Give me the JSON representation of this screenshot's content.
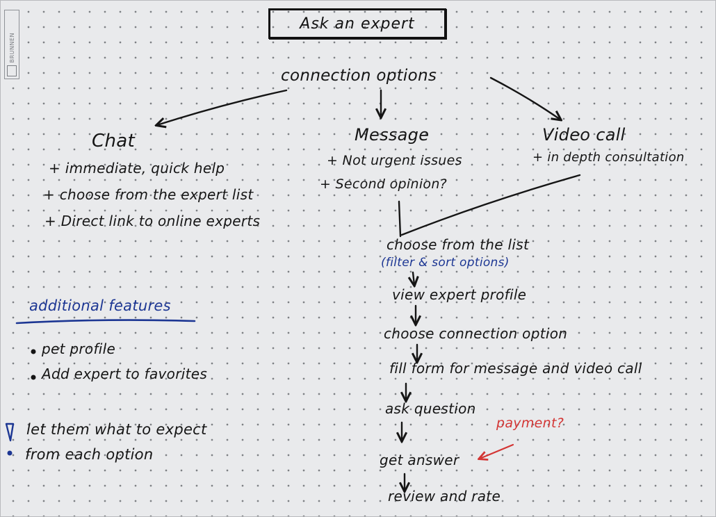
{
  "title": "Ask an expert",
  "logo": {
    "text": "BRUNNEN"
  },
  "root": "connection options",
  "branches": {
    "chat": {
      "label": "Chat",
      "items": [
        "+ immediate, quick help",
        "+ choose from the expert list",
        "+ Direct link to online experts"
      ]
    },
    "message": {
      "label": "Message",
      "items": [
        "+ Not urgent issues",
        "+ Second opinion?"
      ]
    },
    "video": {
      "label": "Video call",
      "items": [
        "+ in depth consultation"
      ]
    }
  },
  "flow": {
    "step1": "choose from the list",
    "step1_note": "(filter & sort options)",
    "step2": "view expert profile",
    "step3": "choose connection option",
    "step4": "fill form for message and video call",
    "step5": "ask question",
    "step6": "get answer",
    "step6_note": "payment?",
    "step7": "review and rate"
  },
  "additional": {
    "heading": "additional features",
    "items": [
      "pet profile",
      "Add expert to favorites"
    ]
  },
  "note": {
    "line1": "let them what to expect",
    "line2": "from each option"
  },
  "colors": {
    "ink": "#151515",
    "blue_ink": "#1c3693",
    "red_ink": "#d33534",
    "paper": "#e9eaec"
  }
}
